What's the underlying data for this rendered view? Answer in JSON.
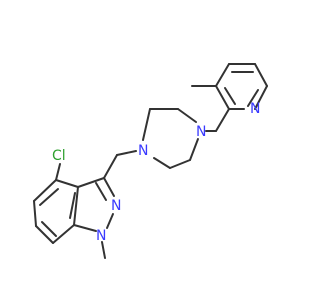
{
  "molecule": {
    "atom_labels": {
      "chlorine": "Cl",
      "indazole_n2": "N",
      "indazole_n1": "N",
      "piperazine_n_left": "N",
      "piperazine_n_right": "N",
      "pyridine_n": "N"
    },
    "colors": {
      "bond": "#333333",
      "nitrogen": "#3a3aff",
      "chlorine": "#2ea02e"
    }
  }
}
